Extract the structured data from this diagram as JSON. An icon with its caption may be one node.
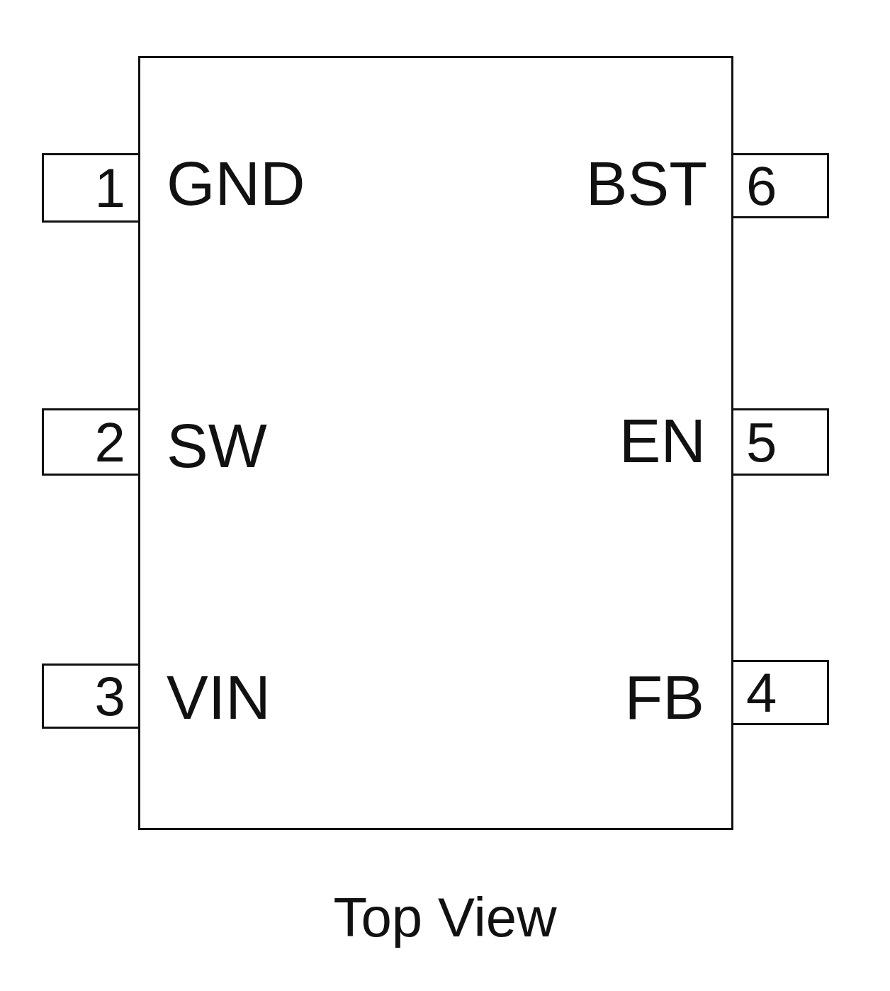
{
  "diagram": {
    "caption": "Top View",
    "nodes": [
      {
        "text": [],
        "shape": "box"
      },
      {
        "text": [
          "1"
        ]
      },
      {
        "text": [
          "6"
        ]
      },
      {
        "text": [
          "2"
        ]
      },
      {
        "text": [
          "5"
        ]
      },
      {
        "text": [
          "3"
        ]
      },
      {
        "text": [
          "4"
        ]
      }
    ],
    "labels": [
      "GND",
      "BST",
      "SW",
      "EN",
      "VIN",
      "FB"
    ]
  }
}
